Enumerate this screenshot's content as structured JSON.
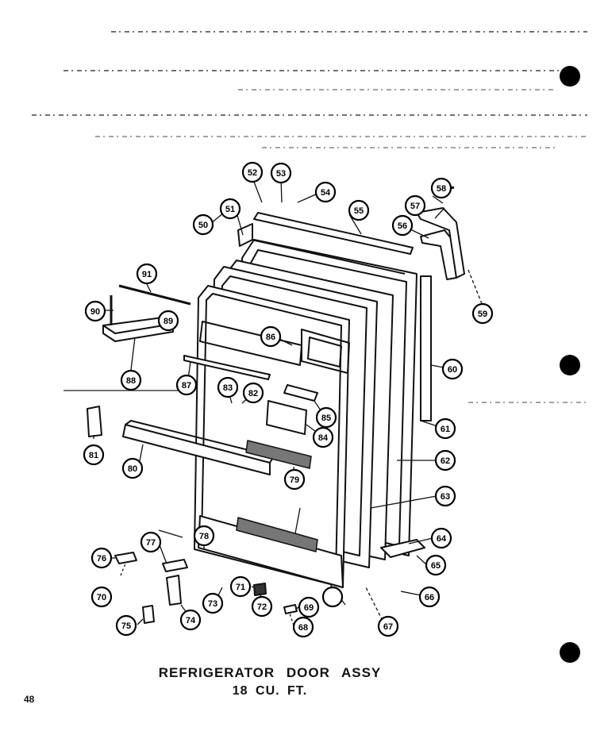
{
  "title": {
    "line1": "REFRIGERATOR DOOR ASSY",
    "line2": "18 CU. FT."
  },
  "page_number": "48",
  "callouts": [
    "52",
    "53",
    "54",
    "55",
    "58",
    "57",
    "56",
    "59",
    "51",
    "50",
    "91",
    "90",
    "89",
    "86",
    "88",
    "87",
    "83",
    "82",
    "85",
    "84",
    "81",
    "80",
    "79",
    "60",
    "61",
    "62",
    "63",
    "64",
    "65",
    "66",
    "76",
    "77",
    "78",
    "71",
    "73",
    "72",
    "74",
    "75",
    "70",
    "69",
    "68",
    "67"
  ],
  "colors": {
    "ink": "#111111",
    "paper": "#ffffff",
    "shade": "#555555"
  }
}
